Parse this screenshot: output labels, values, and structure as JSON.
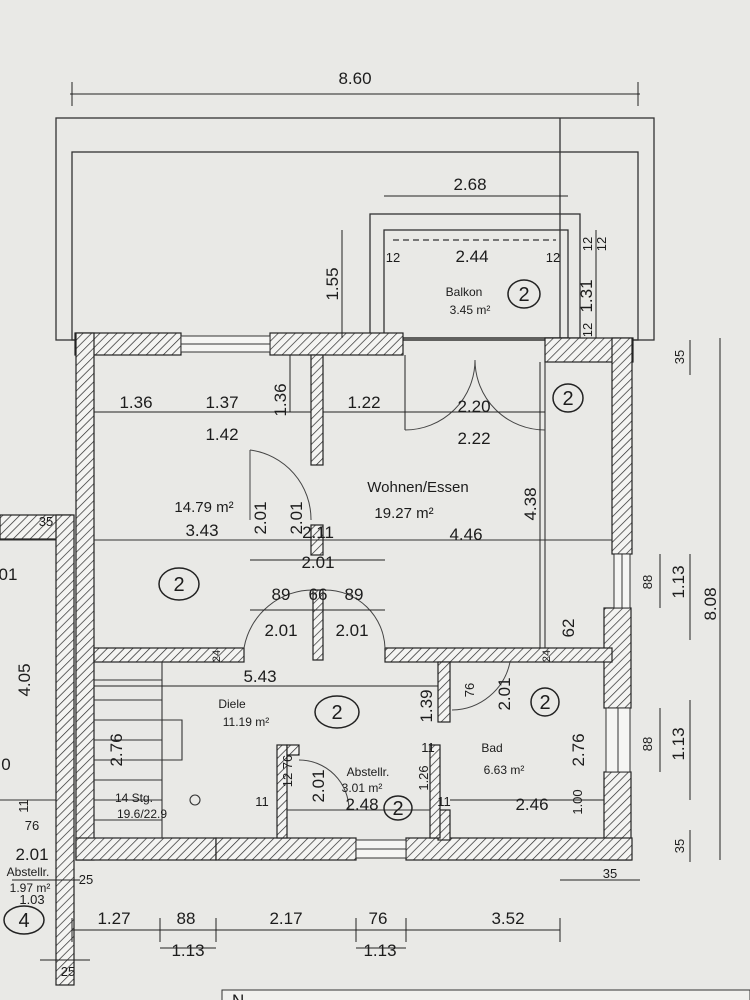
{
  "dimensions": {
    "overall_width": "8.60",
    "overall_height": "8.08",
    "balcony_outer": "2.68",
    "balcony_inner": "2.44",
    "balcony_depth": "1.55",
    "balcony_side": "1.31",
    "wall_12a": "12",
    "wall_12b": "12",
    "wall_12c": "12",
    "wall_12d": "12",
    "wall_12e": "12",
    "right_35_top": "35",
    "right_35_bottom": "35",
    "left_room_136": "1.36",
    "left_room_137": "1.37",
    "left_room_142": "1.42",
    "left_room_136v": "1.36",
    "left_room_343": "3.43",
    "living_122": "1.22",
    "living_220": "2.20",
    "living_222": "2.22",
    "living_446": "4.46",
    "living_438": "4.38",
    "door_201a": "2.01",
    "door_201b": "2.01",
    "door_211": "2.11",
    "door_201c": "2.01",
    "d_89a": "89",
    "d_66": "66",
    "d_89b": "89",
    "d_201d": "2.01",
    "d_201e": "2.01",
    "win_88a": "88",
    "win_113a": "1.13",
    "win_88b": "88",
    "win_113b": "1.13",
    "diele_543": "5.43",
    "diele_139": "1.39",
    "d_24a": "24",
    "d_24b": "24",
    "d_62": "62",
    "bad_76": "76",
    "bad_201": "2.01",
    "bad_276": "2.76",
    "bad_246": "2.46",
    "bad_100": "1.00",
    "stair_276": "2.76",
    "ab_76": "76",
    "ab_12": "12",
    "ab_201": "2.01",
    "ab_248": "2.48",
    "ab_126": "1.26",
    "ab_11a": "11",
    "ab_11b": "11",
    "ab_11c": "11",
    "bottom_127": "1.27",
    "bottom_88": "88",
    "bottom_217": "2.17",
    "bottom_76": "76",
    "bottom_352": "3.52",
    "bottom_113a": "1.13",
    "bottom_113b": "1.13",
    "bottom_35": "35",
    "left_25a": "25",
    "left_25b": "25",
    "left_35": "35",
    "left_01": "01",
    "left_405": "4.05",
    "left_0": "0",
    "left_11": "11",
    "left_76": "76",
    "left_201": "2.01",
    "left_103": "1.03"
  },
  "rooms": {
    "balkon": {
      "name": "Balkon",
      "area": "3.45 m²",
      "mark": "2"
    },
    "left_room": {
      "area": "14.79 m²",
      "mark": "2"
    },
    "wohnen": {
      "name": "Wohnen/Essen",
      "area": "19.27 m²",
      "mark": "2"
    },
    "diele": {
      "name": "Diele",
      "area": "11.19 m²",
      "mark": "2"
    },
    "bad": {
      "name": "Bad",
      "area": "6.63 m²",
      "mark": "2"
    },
    "abstellr": {
      "name": "Abstellr.",
      "area": "3.01 m²",
      "mark": "2"
    },
    "stairs": {
      "steps": "14 Stg.",
      "ratio": "19.6/22.9"
    },
    "left_abstellr": {
      "name": "Abstellr.",
      "area": "1.97 m²",
      "mark": "4"
    }
  },
  "footer": {
    "caption_partial": "N"
  }
}
